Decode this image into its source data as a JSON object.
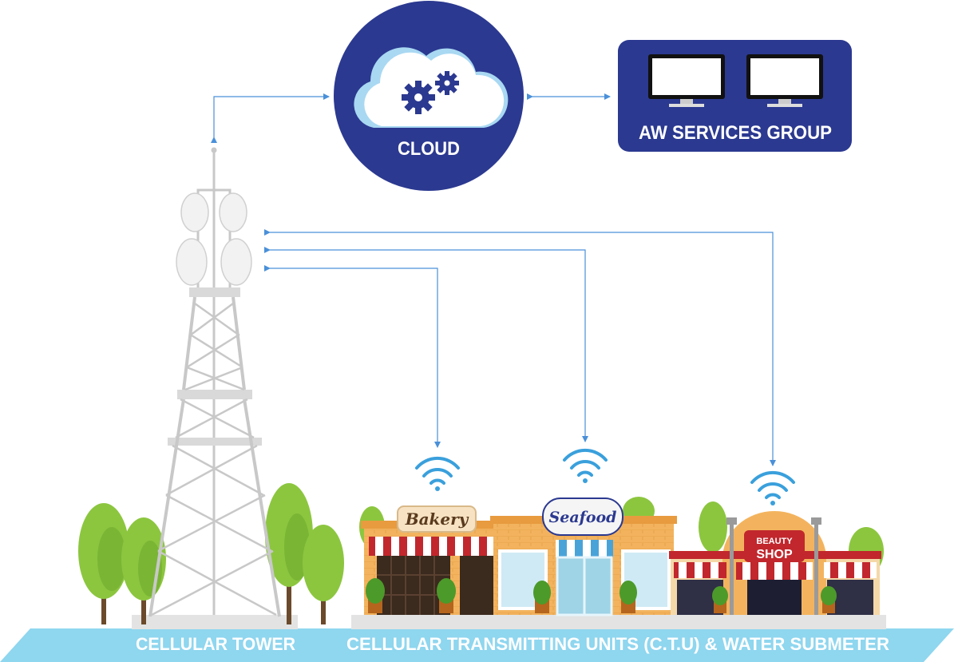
{
  "diagram": {
    "cloud_label": "CLOUD",
    "services_label": "AW SERVICES GROUP",
    "tower_caption": "CELLULAR TOWER",
    "units_caption": "CELLULAR TRANSMITTING UNITS (C.T.U) & WATER SUBMETER",
    "shops": [
      {
        "sign": "Bakery"
      },
      {
        "sign": "Seafood"
      },
      {
        "sign_top": "BEAUTY",
        "sign_bottom": "SHOP"
      }
    ]
  },
  "colors": {
    "navy": "#2b3990",
    "arrow": "#4a90d9",
    "cloud_blue": "#a9d8f2",
    "ground_cyan": "#8fd6ef",
    "tree_green": "#8cc63f",
    "awning_red": "#c1272d",
    "wall_orange": "#f3b35e"
  }
}
